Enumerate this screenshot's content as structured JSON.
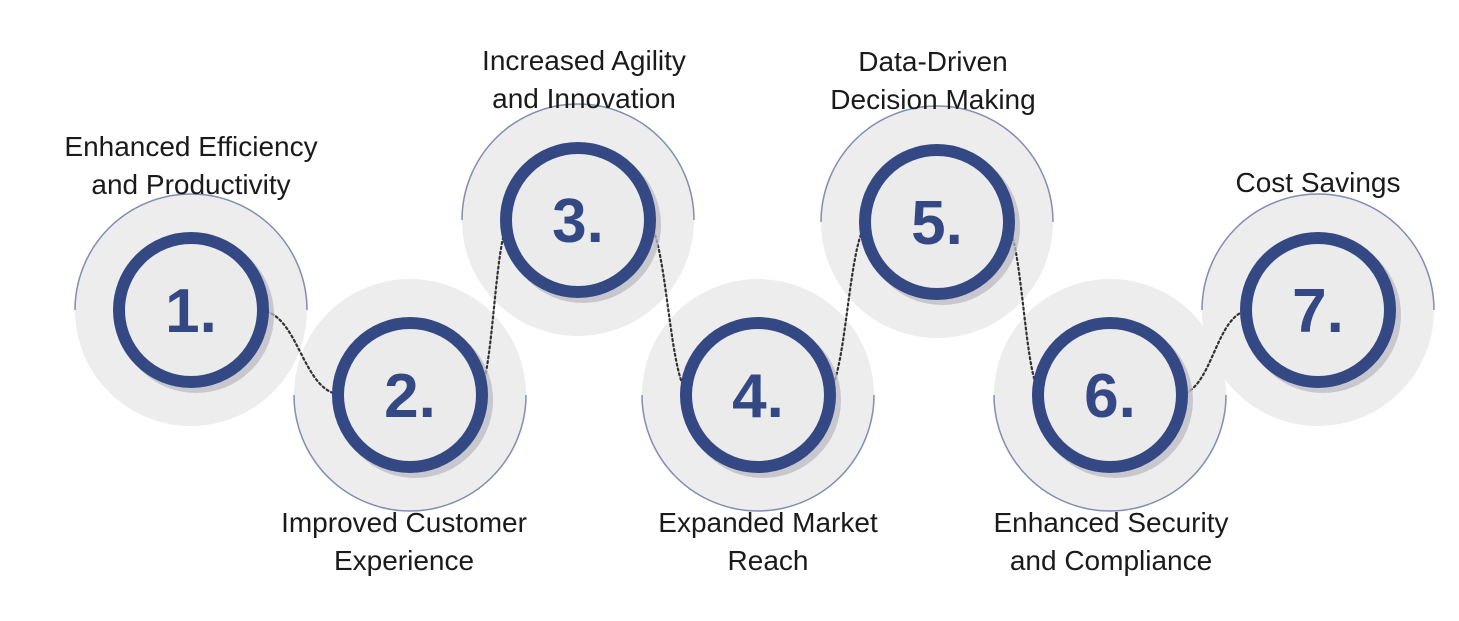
{
  "colors": {
    "navy": "#344884",
    "circle_fill": "#ebebec",
    "track_fill": "#ededed",
    "shadow": "#b9bac2",
    "dots": "#333333",
    "text": "#1a1a1a"
  },
  "steps": [
    {
      "number": "1.",
      "line1": "Enhanced Efficiency",
      "line2": "and Productivity"
    },
    {
      "number": "2.",
      "line1": "Improved Customer",
      "line2": "Experience"
    },
    {
      "number": "3.",
      "line1": "Increased Agility",
      "line2": "and Innovation"
    },
    {
      "number": "4.",
      "line1": "Expanded Market",
      "line2": "Reach"
    },
    {
      "number": "5.",
      "line1": "Data-Driven",
      "line2": "Decision Making"
    },
    {
      "number": "6.",
      "line1": "Enhanced Security",
      "line2": "and Compliance"
    },
    {
      "number": "7.",
      "line1": "Cost Savings",
      "line2": ""
    }
  ]
}
